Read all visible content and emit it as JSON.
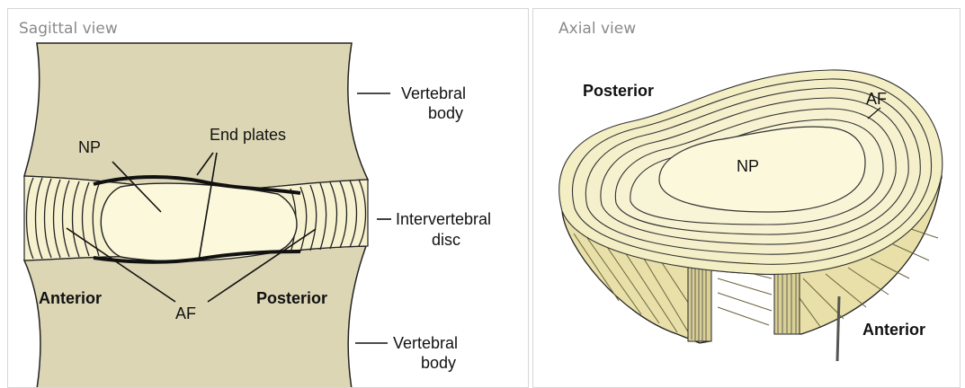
{
  "sagittal": {
    "title": "Sagittal view",
    "labels": {
      "np": "NP",
      "end_plates": "End plates",
      "af": "AF",
      "anterior": "Anterior",
      "posterior": "Posterior",
      "vertebral_body_top_1": "Vertebral",
      "vertebral_body_top_2": "body",
      "disc_1": "Intervertebral",
      "disc_2": "disc",
      "vertebral_body_bottom_1": "Vertebral",
      "vertebral_body_bottom_2": "body"
    }
  },
  "axial": {
    "title": "Axial view",
    "labels": {
      "posterior": "Posterior",
      "af": "AF",
      "np": "NP",
      "anterior": "Anterior"
    }
  },
  "colors": {
    "bone": "#dcd6b4",
    "nucleus": "#fbf8dc",
    "annulus": "#f3eec4",
    "slab": "#e8e0a8",
    "line": "#111111",
    "panel_border": "#d6d6d6"
  }
}
